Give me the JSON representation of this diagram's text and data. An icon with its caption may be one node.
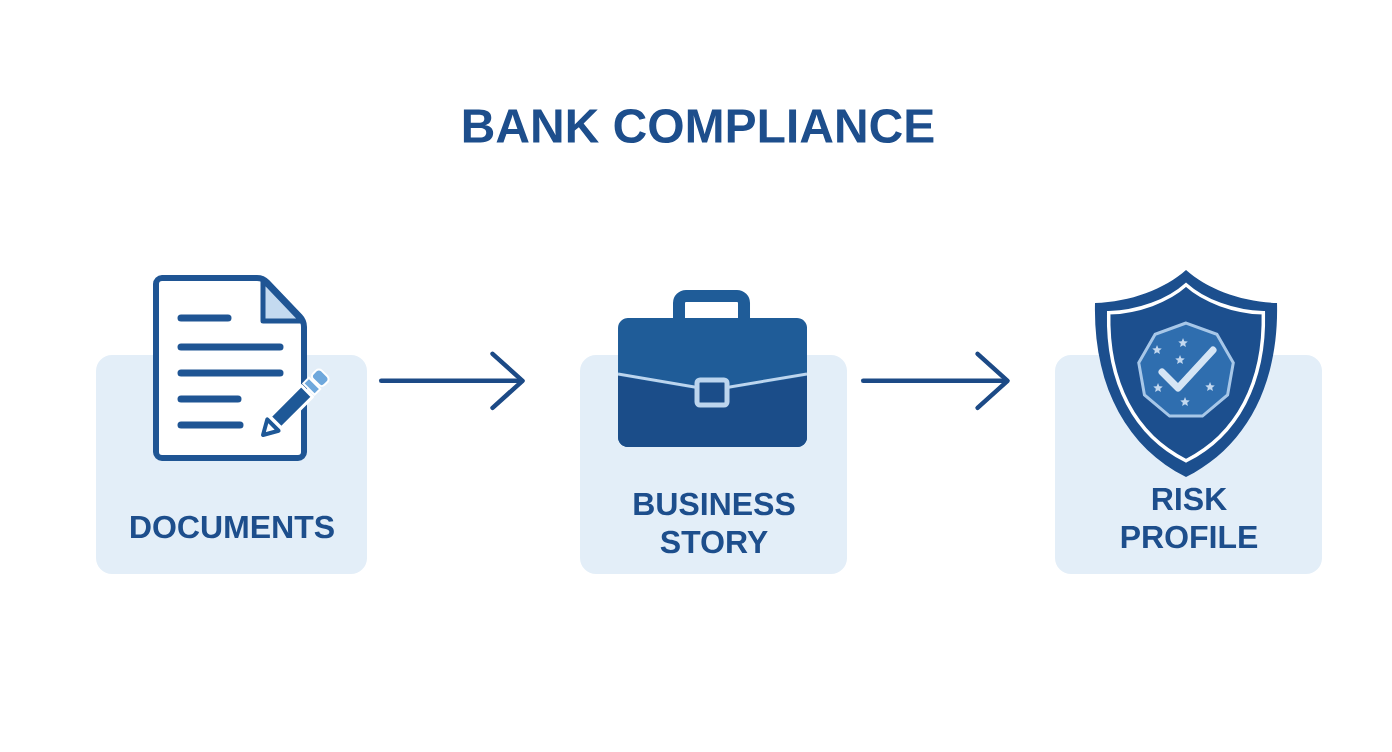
{
  "diagram": {
    "title": "BANK COMPLIANCE",
    "nodes": [
      {
        "text": [
          "DOCUMENTS"
        ]
      },
      {
        "text": [
          "BUSINESS STORY"
        ]
      },
      {
        "text": [
          "RISK PROFILE"
        ]
      }
    ],
    "edges": [
      {
        "from": 0,
        "to": 1,
        "arrow": "to"
      },
      {
        "from": 1,
        "to": 2,
        "arrow": "to"
      }
    ]
  }
}
